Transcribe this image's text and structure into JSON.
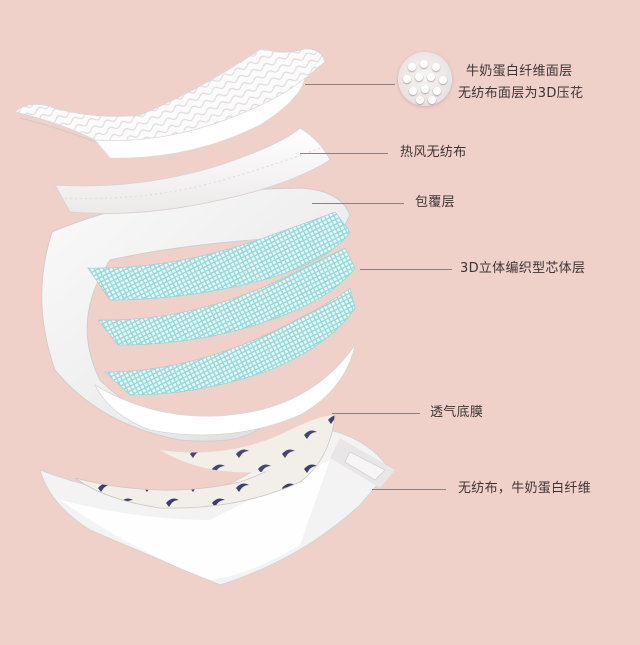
{
  "layers": [
    {
      "id": "top-sheet",
      "label_lines": [
        "牛奶蛋白纤维面层",
        "无纺布面层为3D压花"
      ],
      "icon": "embossed-dots-icon"
    },
    {
      "id": "hot-air-nonwoven",
      "label_lines": [
        "热风无纺布"
      ]
    },
    {
      "id": "wrap-layer",
      "label_lines": [
        "包覆层"
      ]
    },
    {
      "id": "3d-core",
      "label_lines": [
        "3D立体编织型芯体层"
      ]
    },
    {
      "id": "breathable-film",
      "label_lines": [
        "透气底膜"
      ]
    },
    {
      "id": "outer-nonwoven",
      "label_lines": [
        "无纺布，牛奶蛋白纤维"
      ]
    }
  ],
  "colors": {
    "background": "#efd1ca",
    "sheet_white": "#f7f7f7",
    "mesh_cyan": "#aee3e3",
    "print_navy": "#3b3f6b",
    "print_base": "#f2efea",
    "text": "#3c3434",
    "leader_line": "#8c8080"
  }
}
